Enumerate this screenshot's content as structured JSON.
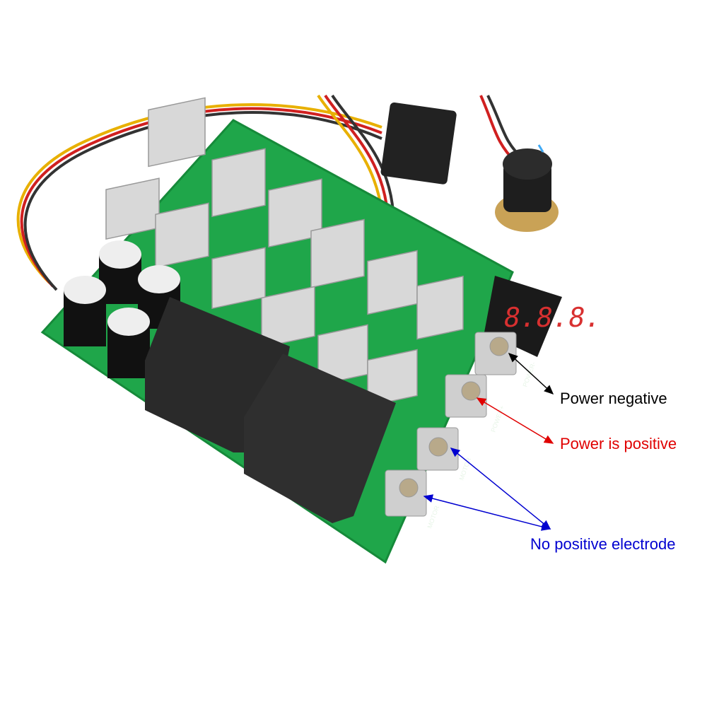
{
  "annotations": [
    {
      "text": "Power negative",
      "color": "#000000"
    },
    {
      "text": "Power is positive",
      "color": "#e00000"
    },
    {
      "text": "No positive electrode",
      "color": "#0000d0"
    }
  ],
  "terminals": [
    "POWER-",
    "POWER+",
    "MOTOR",
    "MOTOR"
  ],
  "display": {
    "digits": "8.8.8."
  },
  "colors": {
    "board": "#1fa64a",
    "heatsink": "#d8d8d8",
    "relay": "#2a2a2a",
    "background": "#ffffff"
  }
}
